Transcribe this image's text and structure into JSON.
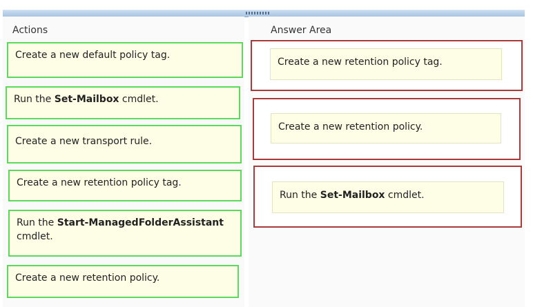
{
  "panels": {
    "actions_title": "Actions",
    "answer_title": "Answer Area"
  },
  "actions": [
    {
      "pre": "Create a new default policy tag.",
      "bold": "",
      "post": ""
    },
    {
      "pre": "Run the ",
      "bold": "Set-Mailbox",
      "post": " cmdlet."
    },
    {
      "pre": "Create a new transport rule.",
      "bold": "",
      "post": ""
    },
    {
      "pre": "Create a new retention policy tag.",
      "bold": "",
      "post": ""
    },
    {
      "pre": "Run the ",
      "bold": "Start-ManagedFolderAssistant",
      "post": " cmdlet."
    },
    {
      "pre": "Create a new retention policy.",
      "bold": "",
      "post": ""
    }
  ],
  "answers": [
    {
      "pre": "Create a new retention policy tag.",
      "bold": "",
      "post": ""
    },
    {
      "pre": "Create a new retention policy.",
      "bold": "",
      "post": ""
    },
    {
      "pre": "Run the ",
      "bold": "Set-Mailbox",
      "post": " cmdlet."
    }
  ],
  "colors": {
    "action_border": "#5bd95b",
    "answer_border": "#a83a3a",
    "item_background": "#fefee6"
  }
}
